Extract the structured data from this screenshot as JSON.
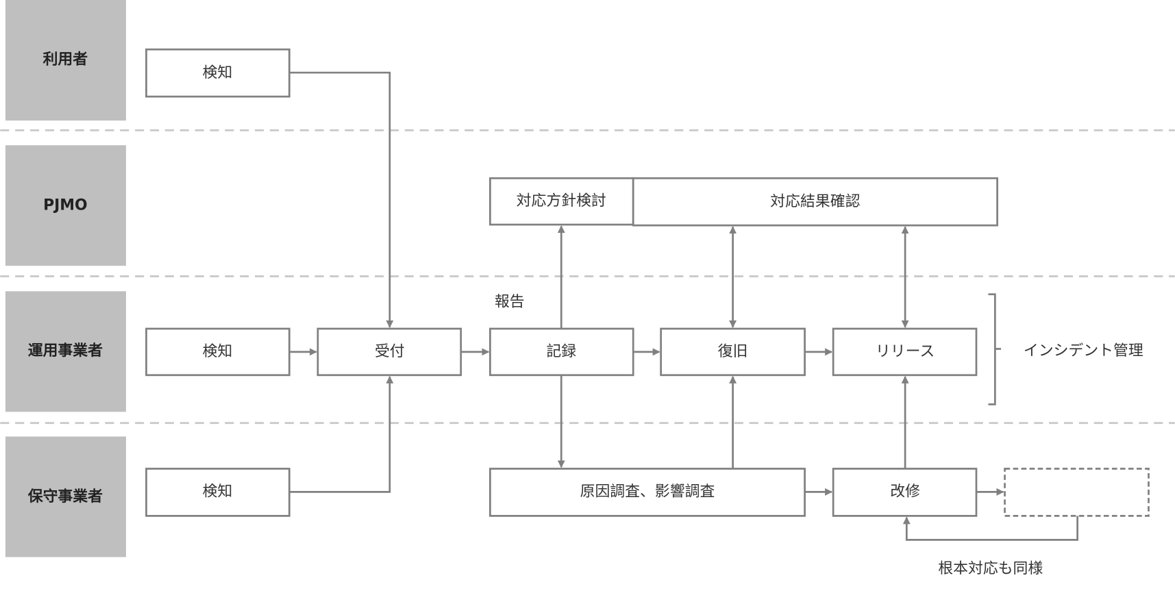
{
  "lanes": [
    "利用者",
    "PJMO",
    "運用事業者",
    "保守事業者"
  ],
  "boxes": {
    "user_detect": "検知",
    "policy_review": "対応方針検討",
    "result_confirm": "対応結果確認",
    "ops_detect": "検知",
    "reception": "受付",
    "record": "記録",
    "recovery": "復旧",
    "release": "リリース",
    "maint_detect": "検知",
    "investigation": "原因調査、影響調査",
    "fix": "改修"
  },
  "labels": {
    "report": "報告",
    "incident_management": "インシデント管理",
    "root_cause_note": "根本対応も同様"
  },
  "colors": {
    "lane": "#bfbfbf",
    "stroke": "#808080",
    "divider": "#c8c8c8"
  }
}
